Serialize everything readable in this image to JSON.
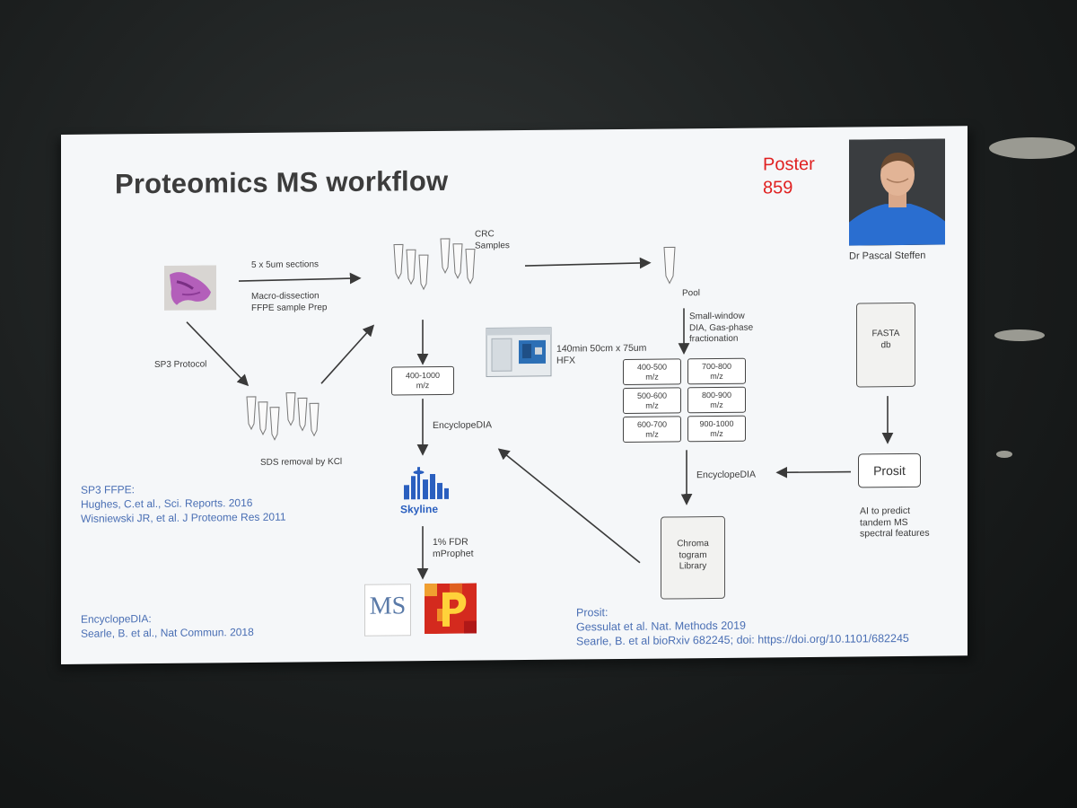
{
  "slide": {
    "title": "Proteomics MS workflow",
    "poster_line1": "Poster",
    "poster_line2": "859",
    "presenter": "Dr Pascal Steffen"
  },
  "labels": {
    "sections": "5 x 5um sections",
    "macro1": "Macro-dissection",
    "macro2": "FFPE sample Prep",
    "crc1": "CRC",
    "crc2": "Samples",
    "sp3_protocol": "SP3 Protocol",
    "sds": "SDS removal by KCl",
    "range": "400-1000",
    "range_unit": "m/z",
    "instrument1": "140min 50cm x 75um",
    "instrument2": "HFX",
    "pool": "Pool",
    "smallwin1": "Small-window",
    "smallwin2": "DIA, Gas-phase",
    "smallwin3": "fractionation",
    "encyclopedia1": "EncyclopeDIA",
    "encyclopedia2": "EncyclopeDIA",
    "skyline": "Skyline",
    "fdr1": "1% FDR",
    "fdr2": "mProphet",
    "fasta1": "FASTA",
    "fasta2": "db",
    "prosit": "Prosit",
    "ai1": "AI to predict",
    "ai2": "tandem MS",
    "ai3": "spectral features",
    "chroma1": "Chroma",
    "chroma2": "togram",
    "chroma3": "Library",
    "ms_logo": "MS"
  },
  "fractions": [
    {
      "range": "400-500",
      "unit": "m/z"
    },
    {
      "range": "700-800",
      "unit": "m/z"
    },
    {
      "range": "500-600",
      "unit": "m/z"
    },
    {
      "range": "800-900",
      "unit": "m/z"
    },
    {
      "range": "600-700",
      "unit": "m/z"
    },
    {
      "range": "900-1000",
      "unit": "m/z"
    }
  ],
  "references": {
    "sp3_head": "SP3 FFPE:",
    "sp3_ref1": "Hughes,  C.et al., Sci. Reports. 2016",
    "sp3_ref2": "Wisniewski JR, et al. J Proteome Res 2011",
    "enc_head": "EncyclopeDIA:",
    "enc_ref": "Searle, B. et al., Nat Commun. 2018",
    "prosit_head": "Prosit:",
    "prosit_ref1": "Gessulat et al. Nat. Methods 2019",
    "prosit_ref2": "Searle, B. et al bioRxiv 682245; doi: https://doi.org/10.1101/682245"
  },
  "colors": {
    "poster_red": "#e02020",
    "reference_blue": "#4a6fb4",
    "skyline_blue": "#2a5fbf"
  }
}
